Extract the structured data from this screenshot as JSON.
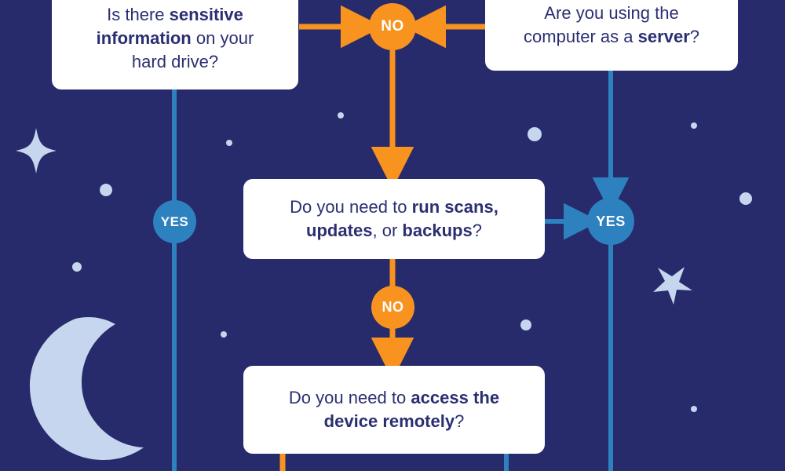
{
  "theme": {
    "background": "#272a6b",
    "box_fill": "#ffffff",
    "text_navy": "#2b2f72",
    "orange": "#f7931e",
    "blue": "#2e81bf",
    "deco_light": "#c6d6ee"
  },
  "flowchart": {
    "title": "Computer shutdown decision flowchart",
    "boxes": [
      {
        "id": "sensitive-info",
        "segments": [
          {
            "text": "Is there ",
            "bold": false
          },
          {
            "text": "sensitive information",
            "bold": true
          },
          {
            "text": " on your hard drive?",
            "bold": false
          }
        ],
        "plain": "Is there sensitive information on your hard drive?"
      },
      {
        "id": "server",
        "segments": [
          {
            "text": "Are you using the computer as a ",
            "bold": false
          },
          {
            "text": "server",
            "bold": true
          },
          {
            "text": "?",
            "bold": false
          }
        ],
        "plain": "Are you using the computer as a server?"
      },
      {
        "id": "scans-updates-backups",
        "segments": [
          {
            "text": "Do you need to ",
            "bold": false
          },
          {
            "text": "run scans, updates",
            "bold": true
          },
          {
            "text": ", or ",
            "bold": false
          },
          {
            "text": "backups",
            "bold": true
          },
          {
            "text": "?",
            "bold": false
          }
        ],
        "plain": "Do you need to run scans, updates, or backups?"
      },
      {
        "id": "remote-access",
        "segments": [
          {
            "text": "Do you need to ",
            "bold": false
          },
          {
            "text": "access the device remotely",
            "bold": true
          },
          {
            "text": "?",
            "bold": false
          }
        ],
        "plain": "Do you need to access the device remotely?"
      }
    ],
    "nodes": [
      {
        "id": "no-top",
        "label": "NO",
        "type": "no"
      },
      {
        "id": "yes-left",
        "label": "YES",
        "type": "yes"
      },
      {
        "id": "yes-right",
        "label": "YES",
        "type": "yes"
      },
      {
        "id": "no-middle",
        "label": "NO",
        "type": "no"
      }
    ],
    "decorations": [
      {
        "id": "four-point-star",
        "kind": "sparkle"
      },
      {
        "id": "crescent-moon",
        "kind": "moon"
      },
      {
        "id": "x-sparkle",
        "kind": "x-star"
      },
      {
        "id": "star-dots",
        "kind": "dots",
        "count": 9
      }
    ]
  }
}
